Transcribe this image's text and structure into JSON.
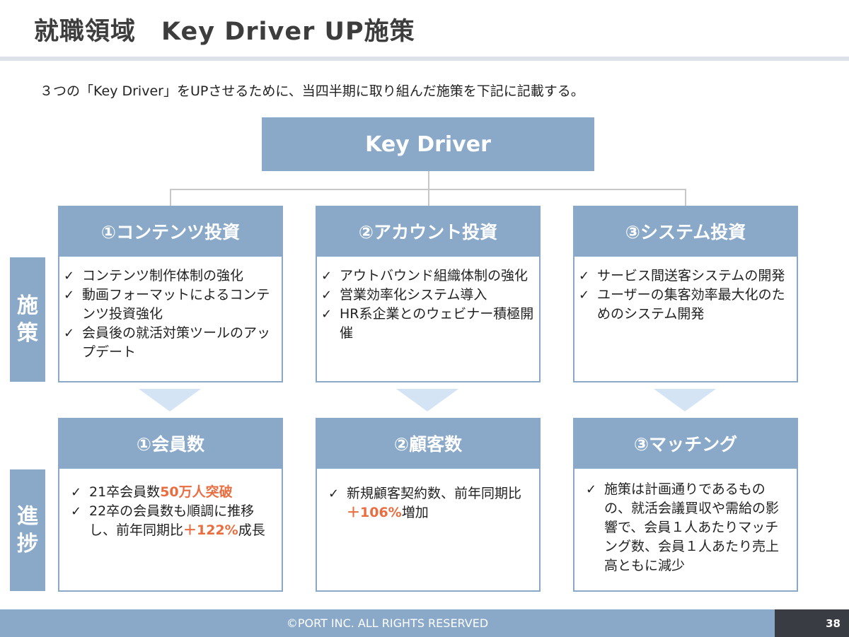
{
  "header": {
    "title": "就職領域　Key Driver UP施策"
  },
  "subtitle": "３つの「Key Driver」をUPさせるために、当四半期に取り組んだ施策を下記に記載する。",
  "key_driver": "Key Driver",
  "side_labels": {
    "measures": [
      "施",
      "策"
    ],
    "progress": [
      "進",
      "捗"
    ]
  },
  "check_mark": "✓",
  "measures": [
    {
      "heading": "①コンテンツ投資",
      "items": [
        "コンテンツ制作体制の強化",
        "動画フォーマットによるコンテンツ投資強化",
        "会員後の就活対策ツールのアップデート"
      ]
    },
    {
      "heading": "②アカウント投資",
      "items": [
        "アウトバウンド組織体制の強化",
        "営業効率化システム導入",
        "HR系企業とのウェビナー積極開催"
      ]
    },
    {
      "heading": "③システム投資",
      "items": [
        "サービス間送客システムの開発",
        "ユーザーの集客効率最大化のためのシステム開発"
      ]
    }
  ],
  "progress": [
    {
      "heading": "①会員数",
      "item1": {
        "text": "21卒会員数",
        "highlight": "50万人突破"
      },
      "item2": {
        "text_a": "22卒の会員数も順調に推移し、前年同期比",
        "highlight": "＋122%",
        "text_b": "成長"
      }
    },
    {
      "heading": "②顧客数",
      "item1": {
        "text_a": "新規顧客契約数、前年同期比",
        "highlight": "＋106%",
        "text_b": "増加"
      }
    },
    {
      "heading": "③マッチング",
      "item1": {
        "text": "施策は計画通りであるものの、就活会議買収や需給の影響で、会員１人あたりマッチング数、会員１人あたり売上高ともに減少"
      }
    }
  ],
  "footer": {
    "copyright": "©PORT INC. ALL RIGHTS RESERVED",
    "page_number": "38"
  },
  "colors": {
    "box_blue": "#8aa9c9",
    "arrow_light_blue": "#d4e4f5",
    "highlight_orange": "#e96d3f",
    "page_badge": "#3a3c44"
  }
}
